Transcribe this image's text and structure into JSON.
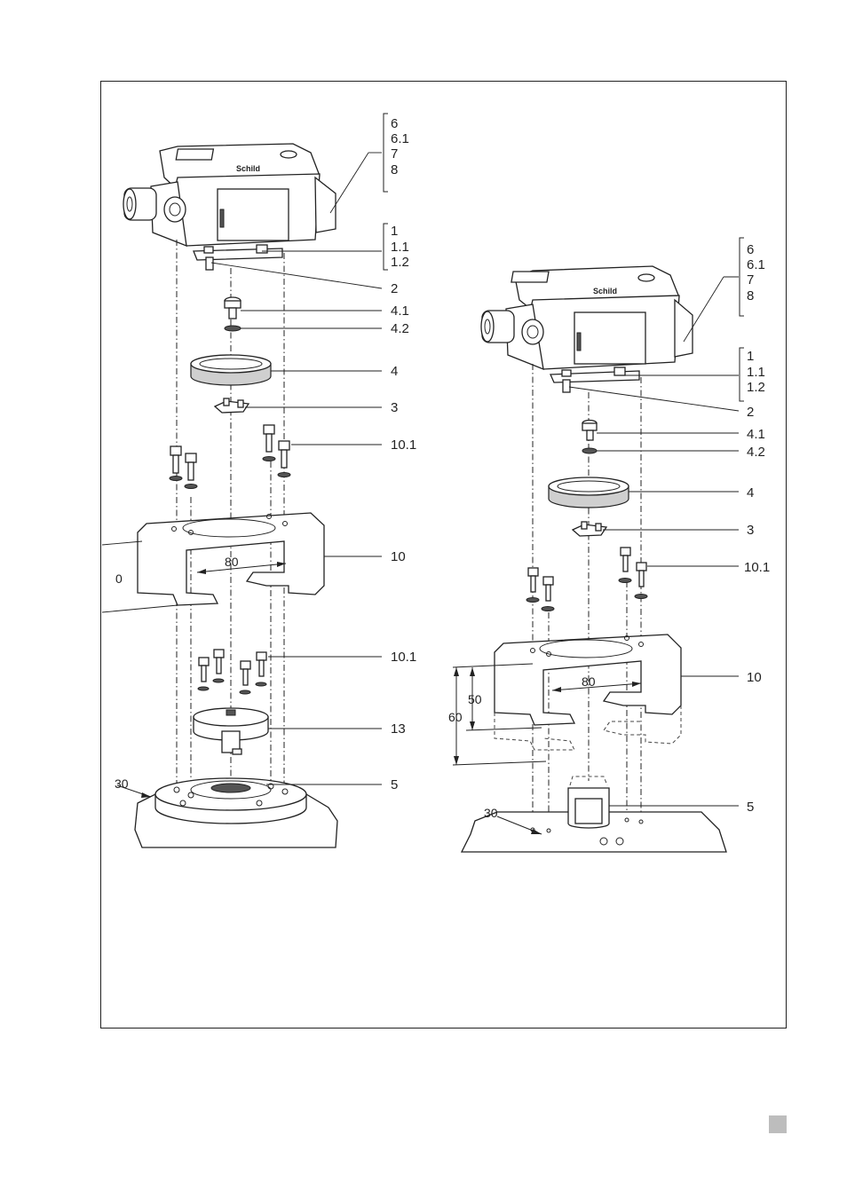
{
  "left_view": {
    "callouts": {
      "g6": "6",
      "g61": "6.1",
      "g7": "7",
      "g8": "8",
      "g1": "1",
      "g11": "1.1",
      "g12": "1.2",
      "c2": "2",
      "c41": "4.1",
      "c42": "4.2",
      "c4": "4",
      "c3": "3",
      "c101a": "10.1",
      "c10": "10",
      "c101b": "10.1",
      "c13": "13",
      "c5": "5"
    },
    "dims": {
      "width": "80",
      "partial_left": "0",
      "partial_angle": "30"
    },
    "plate_text": "Schild"
  },
  "right_view": {
    "callouts": {
      "g6": "6",
      "g61": "6.1",
      "g7": "7",
      "g8": "8",
      "g1": "1",
      "g11": "1.1",
      "g12": "1.2",
      "c2": "2",
      "c41": "4.1",
      "c42": "4.2",
      "c4": "4",
      "c3": "3",
      "c101": "10.1",
      "c10": "10",
      "c5": "5"
    },
    "dims": {
      "width": "80",
      "h50": "50",
      "h60": "60",
      "angle": "30"
    },
    "plate_text": "Schild"
  }
}
